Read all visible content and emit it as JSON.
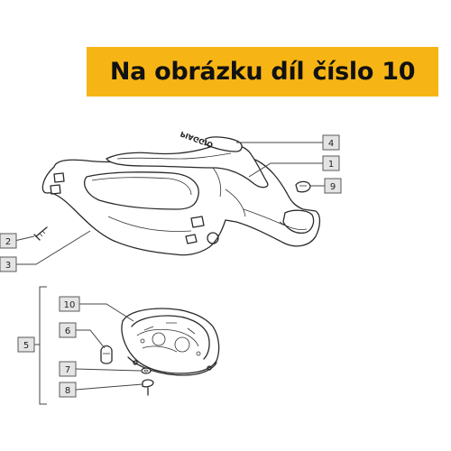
{
  "banner": {
    "text": "Na obrázku díl číslo 10",
    "color": "#f7b515"
  },
  "diagram": {
    "logo_text": "PIAGGIO",
    "callouts": [
      {
        "id": "c1",
        "label": "1"
      },
      {
        "id": "c2",
        "label": "2"
      },
      {
        "id": "c3",
        "label": "3"
      },
      {
        "id": "c4",
        "label": "4"
      },
      {
        "id": "c5",
        "label": "5"
      },
      {
        "id": "c6",
        "label": "6"
      },
      {
        "id": "c7",
        "label": "7"
      },
      {
        "id": "c8",
        "label": "8"
      },
      {
        "id": "c9",
        "label": "9"
      },
      {
        "id": "c10",
        "label": "10"
      }
    ]
  }
}
